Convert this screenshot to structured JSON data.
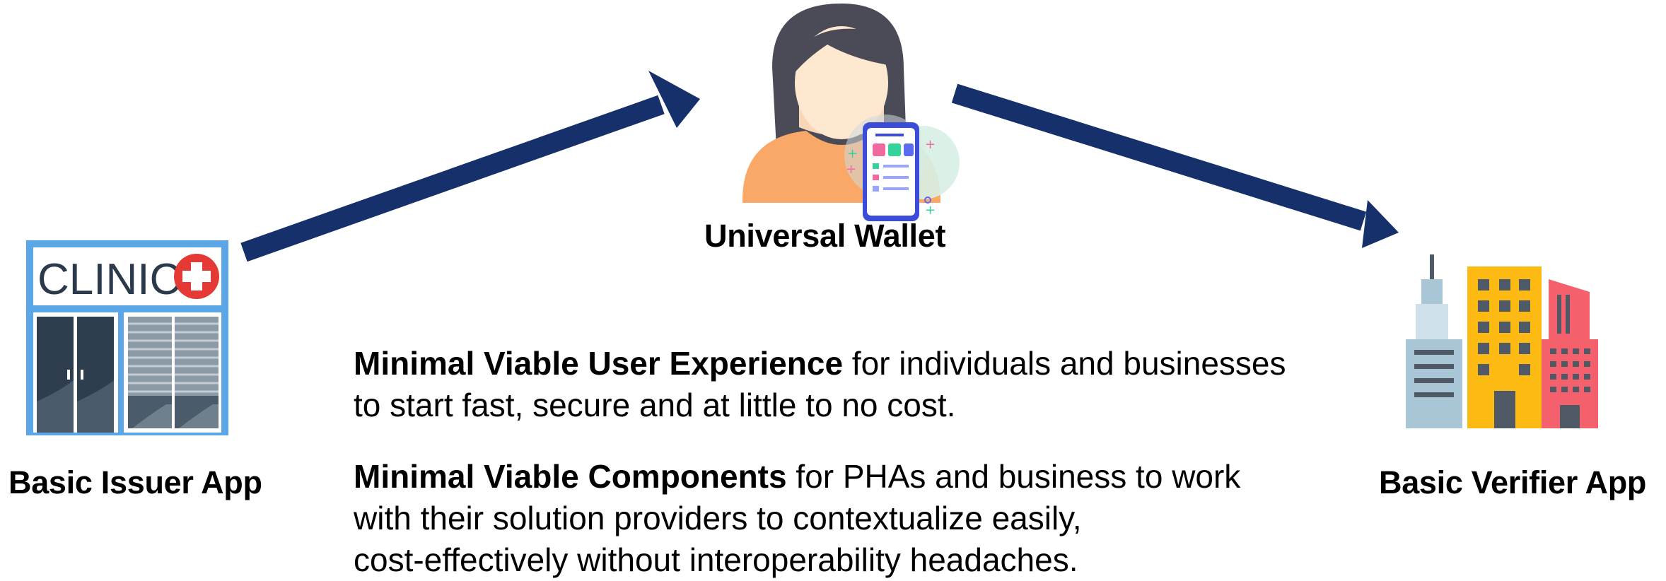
{
  "nodes": {
    "issuer": {
      "label": "Basic Issuer App",
      "sign_text": "CLINIC",
      "icon": "clinic-icon"
    },
    "wallet": {
      "label": "Universal Wallet",
      "icon": "person-with-phone-icon"
    },
    "verifier": {
      "label": "Basic Verifier App",
      "icon": "office-buildings-icon"
    }
  },
  "edges": [
    {
      "from": "issuer",
      "to": "wallet"
    },
    {
      "from": "wallet",
      "to": "verifier"
    }
  ],
  "text_blocks": [
    {
      "bold": "Minimal Viable User Experience",
      "rest": " for individuals and businesses",
      "line2": "to start fast, secure and at little to no cost."
    },
    {
      "bold": "Minimal Viable Components",
      "rest": " for PHAs and business to work",
      "line2": "with their solution providers to contextualize easily,",
      "line3": "cost-effectively without interoperability headaches."
    }
  ],
  "colors": {
    "arrow": "#15306a",
    "clinic_frame": "#5aa6e6",
    "clinic_red": "#e53935",
    "building_yellow": "#fdba12",
    "building_red": "#f4606c",
    "building_blue": "#a9c6d6"
  }
}
